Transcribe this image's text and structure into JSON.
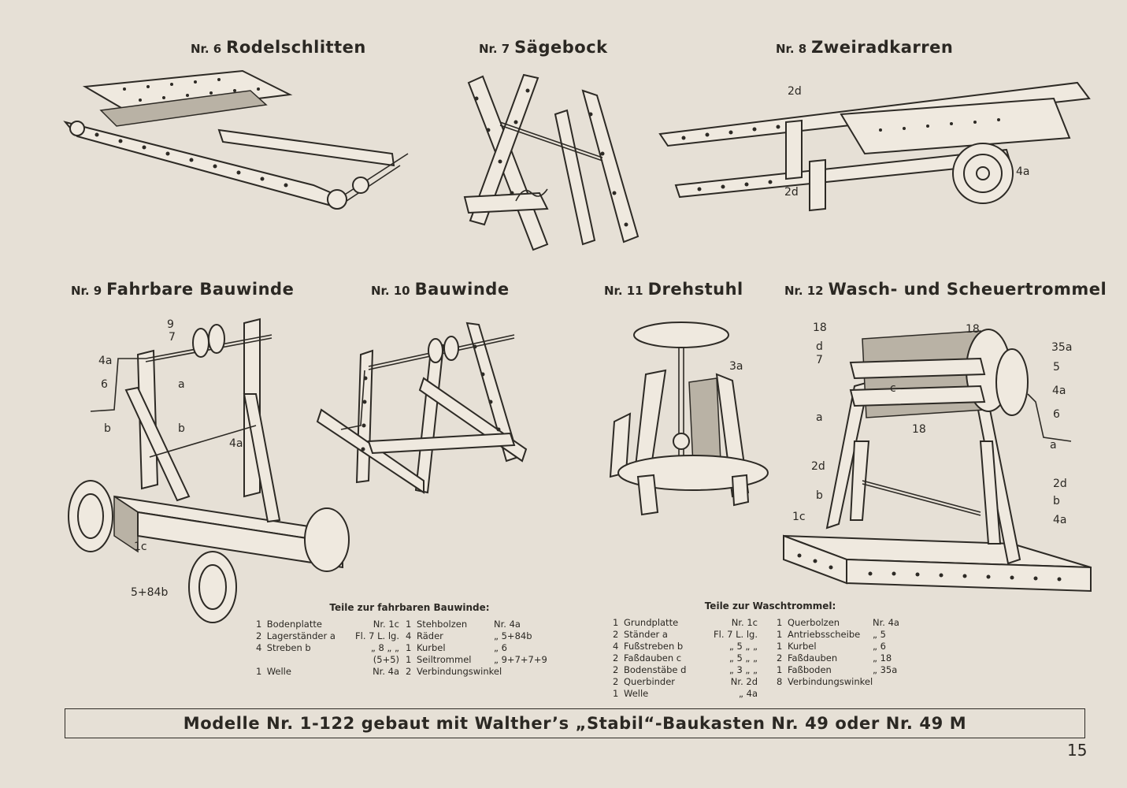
{
  "models": [
    {
      "nr": "Nr. 6",
      "name": "Rodelschlitten"
    },
    {
      "nr": "Nr. 7",
      "name": "Sägebock"
    },
    {
      "nr": "Nr. 8",
      "name": "Zweiradkarren"
    },
    {
      "nr": "Nr. 9",
      "name": "Fahrbare Bauwinde"
    },
    {
      "nr": "Nr. 10",
      "name": "Bauwinde"
    },
    {
      "nr": "Nr. 11",
      "name": "Drehstuhl"
    },
    {
      "nr": "Nr. 12",
      "name": "Wasch- und Scheuertrommel"
    }
  ],
  "callouts": {
    "m8": [
      "2d",
      "2d",
      "4a"
    ],
    "m9": [
      "9",
      "7",
      "4a",
      "6",
      "a",
      "b",
      "b",
      "4a",
      "1c",
      "5+84b"
    ],
    "m11": [
      "3a"
    ],
    "m12": [
      "18",
      "18",
      "d",
      "7",
      "35a",
      "5",
      "4a",
      "6",
      "c",
      "a",
      "18",
      "a",
      "2d",
      "2d",
      "b",
      "b",
      "1c",
      "4a"
    ]
  },
  "parts_winde": {
    "title": "Teile zur fahrbaren Bauwinde:",
    "left": [
      {
        "qty": "1",
        "name": "Bodenplatte",
        "nr": "Nr. 1c"
      },
      {
        "qty": "2",
        "name": "Lagerständer a",
        "nr": "Fl. 7 L. lg."
      },
      {
        "qty": "4",
        "name": "Streben        b",
        "nr": "„ 8 „  „"
      },
      {
        "qty": "",
        "name": "",
        "nr": "(5+5)"
      },
      {
        "qty": "1",
        "name": "Welle",
        "nr": "Nr. 4a"
      }
    ],
    "right": [
      {
        "qty": "1",
        "name": "Stehbolzen",
        "nr": "Nr. 4a"
      },
      {
        "qty": "4",
        "name": "Räder",
        "nr": "„  5+84b"
      },
      {
        "qty": "1",
        "name": "Kurbel",
        "nr": "„  6"
      },
      {
        "qty": "1",
        "name": "Seiltrommel",
        "nr": "„ 9+7+7+9"
      },
      {
        "qty": "2",
        "name": "Verbindungswinkel",
        "nr": ""
      }
    ]
  },
  "parts_wasch": {
    "title": "Teile zur Waschtrommel:",
    "left": [
      {
        "qty": "1",
        "name": "Grundplatte",
        "nr": "Nr. 1c"
      },
      {
        "qty": "2",
        "name": "Ständer        a",
        "nr": "Fl. 7 L. lg."
      },
      {
        "qty": "4",
        "name": "Fußstreben b",
        "nr": "„  5 „  „"
      },
      {
        "qty": "2",
        "name": "Faßdauben  c",
        "nr": "„  5 „  „"
      },
      {
        "qty": "2",
        "name": "Bodenstäbe d",
        "nr": "„  3 „  „"
      },
      {
        "qty": "2",
        "name": "Querbinder",
        "nr": "Nr. 2d"
      },
      {
        "qty": "1",
        "name": "Welle",
        "nr": "„  4a"
      }
    ],
    "right": [
      {
        "qty": "1",
        "name": "Querbolzen",
        "nr": "Nr. 4a"
      },
      {
        "qty": "1",
        "name": "Antriebsscheibe",
        "nr": "„  5"
      },
      {
        "qty": "1",
        "name": "Kurbel",
        "nr": "„  6"
      },
      {
        "qty": "2",
        "name": "Faßdauben",
        "nr": "„ 18"
      },
      {
        "qty": "1",
        "name": "Faßboden",
        "nr": "„ 35a"
      },
      {
        "qty": "8",
        "name": "Verbindungswinkel",
        "nr": ""
      }
    ]
  },
  "banner": "Modelle Nr. 1-122 gebaut mit Walther’s „Stabil“-Baukasten Nr. 49 oder Nr. 49 M",
  "page_number": "15"
}
